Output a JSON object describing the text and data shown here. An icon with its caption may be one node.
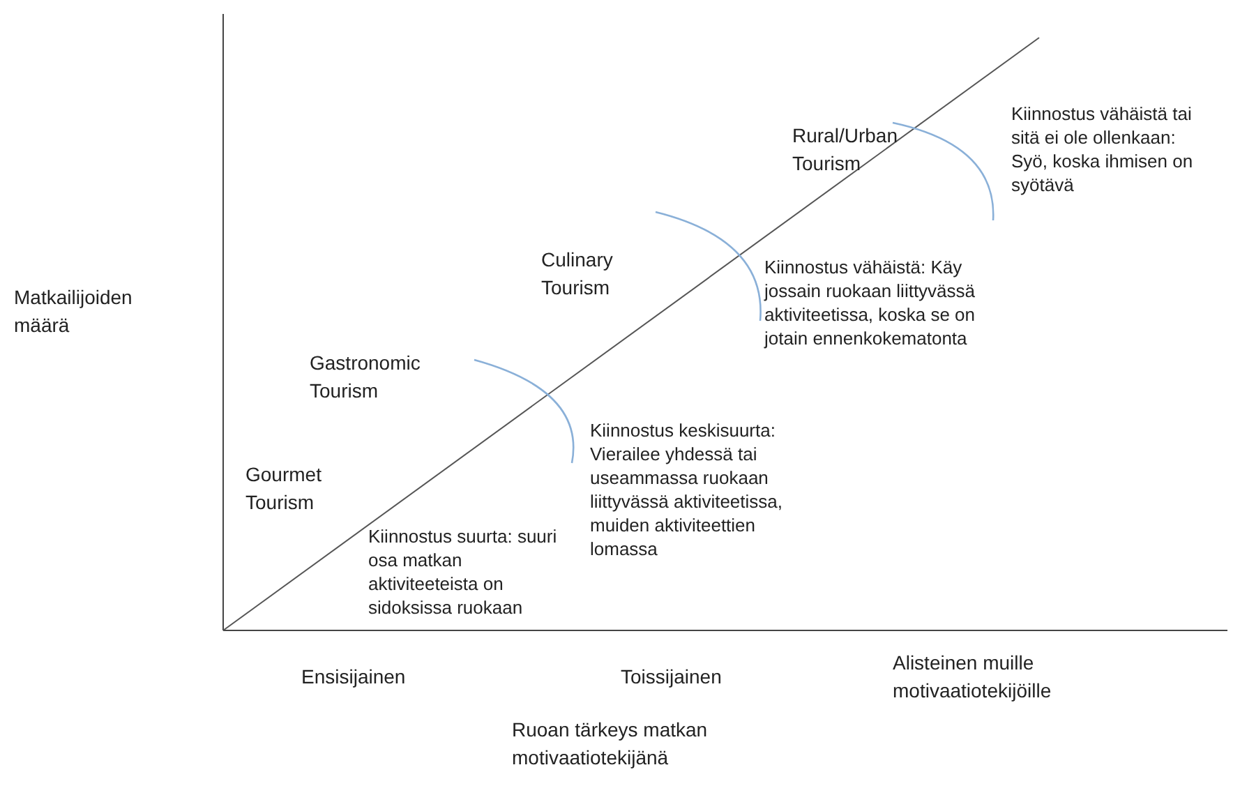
{
  "diagram": {
    "labels": [
      "Kiinnostus vähäistä tai sitä ei ole ollenkaan: Syö, koska ihmisen on syötävä",
      "Rural/Urban Tourism",
      "Culinary Tourism",
      "Kiinnostus vähäistä: Käy jossain ruokaan liittyvässä aktiviteetissa, koska se on jotain ennenkokematonta",
      "Matkailijoiden määrä",
      "Gastronomic Tourism",
      "Kiinnostus keskisuurta: Vierailee yhdessä tai useammassa ruokaan liittyvässä aktiviteetissa, muiden aktiviteettien lomassa",
      "Gourmet Tourism",
      "Kiinnostus suurta: suuri osa matkan aktiviteeteista on sidoksissa ruokaan",
      "Ensisijainen",
      "Toissijainen",
      "Alisteinen muille motivaatiotekijöille",
      "Ruoan tärkeys matkan motivaatiotekijänä"
    ]
  }
}
